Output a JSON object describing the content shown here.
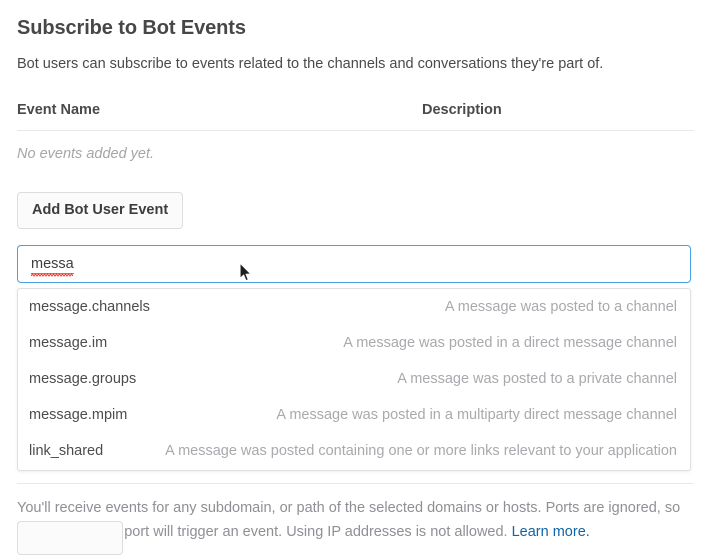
{
  "header": {
    "title": "Subscribe to Bot Events",
    "subtitle": "Bot users can subscribe to events related to the channels and conversations they're part of."
  },
  "events_table": {
    "columns": {
      "event_name": "Event Name",
      "description": "Description"
    },
    "empty_message": "No events added yet."
  },
  "actions": {
    "add_bot_user_event": "Add Bot User Event"
  },
  "combobox": {
    "value": "messa",
    "placeholder": "",
    "spellcheck_flagged": true,
    "suggestions": [
      {
        "name": "message.channels",
        "description": "A message was posted to a channel"
      },
      {
        "name": "message.im",
        "description": "A message was posted in a direct message channel"
      },
      {
        "name": "message.groups",
        "description": "A message was posted to a private channel"
      },
      {
        "name": "message.mpim",
        "description": "A message was posted in a multiparty direct message channel"
      },
      {
        "name": "link_shared",
        "description": "A message was posted containing one or more links relevant to your application"
      }
    ]
  },
  "footer": {
    "note": "You'll receive events for any subdomain, or path of the selected domains or hosts. Ports are ignored, so requests on any port will trigger an event. Using IP addresses is not allowed. ",
    "learn_more": "Learn more."
  },
  "colors": {
    "focus_border": "#4a9fe0",
    "link": "#1264a3",
    "title_text": "#474747",
    "muted_text": "#a9a9ae",
    "divider": "#e8e8e8",
    "spellcheck_underline": "#e8372c"
  }
}
